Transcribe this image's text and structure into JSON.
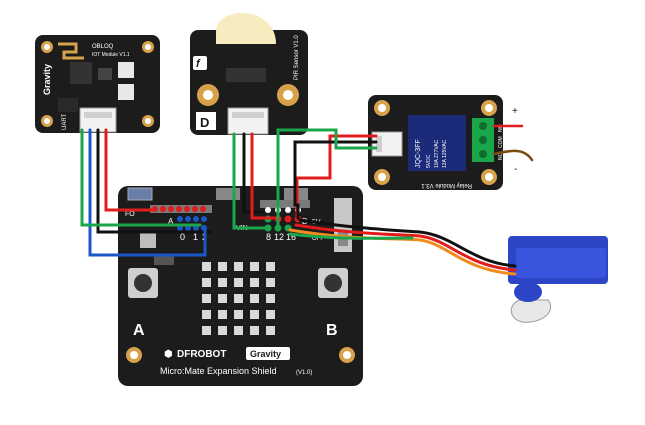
{
  "iot_module": {
    "brand": "Gravity",
    "logo_text": "OBLOQ",
    "title": "IOT Module V1.1",
    "port_label": "UART"
  },
  "pir_sensor": {
    "title": "PIR Sensor V1.0",
    "port_letter": "D"
  },
  "relay_module": {
    "title": "Relay Module V3.1",
    "chip_lines": [
      "JQC-3FF",
      "5VDC",
      "10A 277VAC",
      "12A 125VAC"
    ],
    "terminal_labels": [
      "NC",
      "COM",
      "NO"
    ],
    "plus_label": "+",
    "minus_label": "-"
  },
  "servo": {
    "label": "Micro Servo"
  },
  "shield": {
    "brand": "DFROBOT",
    "gravity_badge": "Gravity",
    "name": "Micro:Mate Expansion Shield",
    "version": "(V1.0)",
    "button_a": "A",
    "button_b": "B",
    "pins_left_labels": [
      "0",
      "1",
      "2"
    ],
    "pins_right_labels": [
      "8",
      "12",
      "16"
    ],
    "fo_label": "FO",
    "a_label": "A",
    "d_label": "D",
    "vin_label": "VIN",
    "power_label": "5V",
    "off_label": "OFF"
  },
  "colors": {
    "board": "#1c1c1c",
    "wire_red": "#e21b1b",
    "wire_green": "#1aa64a",
    "wire_blue": "#1c57c8",
    "wire_black": "#111111",
    "wire_brown": "#7a4a12",
    "wire_orange": "#f28a1c",
    "servo_blue": "#2d46c8",
    "gold": "#d8a24a"
  }
}
